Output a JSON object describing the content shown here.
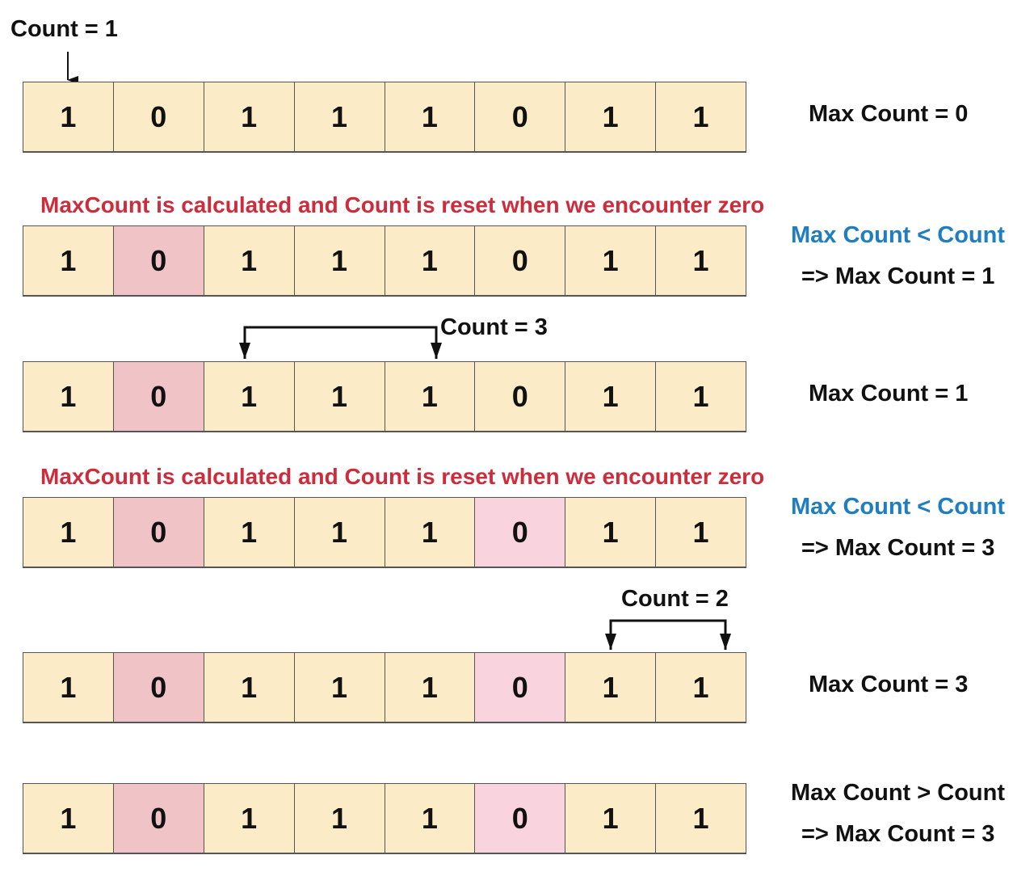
{
  "colors": {
    "cell_one": "#fcebc7",
    "cell_zero_first": "#f0c3c6",
    "cell_zero_second": "#f9d4df",
    "notice": "#cc2d3c",
    "compare_blue": "#1e7ec0",
    "text": "#111111"
  },
  "rows": [
    {
      "cells": [
        "1",
        "0",
        "1",
        "1",
        "1",
        "0",
        "1",
        "1"
      ],
      "highlight": [],
      "count_label": "Count = 1",
      "notice": "",
      "compare": "",
      "result": "Max Count = 0"
    },
    {
      "cells": [
        "1",
        "0",
        "1",
        "1",
        "1",
        "0",
        "1",
        "1"
      ],
      "highlight": [
        1
      ],
      "count_label": "",
      "notice": "MaxCount is calculated and Count is reset when we encounter zero",
      "compare": "Max Count < Count",
      "result": "=> Max Count = 1"
    },
    {
      "cells": [
        "1",
        "0",
        "1",
        "1",
        "1",
        "0",
        "1",
        "1"
      ],
      "highlight": [
        1
      ],
      "count_label": "Count = 3",
      "notice": "",
      "compare": "",
      "result": "Max Count = 1"
    },
    {
      "cells": [
        "1",
        "0",
        "1",
        "1",
        "1",
        "0",
        "1",
        "1"
      ],
      "highlight": [
        1,
        5
      ],
      "count_label": "",
      "notice": "MaxCount is calculated and Count is reset when we encounter zero",
      "compare": "Max Count < Count",
      "result": "=> Max Count = 3"
    },
    {
      "cells": [
        "1",
        "0",
        "1",
        "1",
        "1",
        "0",
        "1",
        "1"
      ],
      "highlight": [
        1,
        5
      ],
      "count_label": "Count = 2",
      "notice": "",
      "compare": "",
      "result": "Max Count = 3"
    },
    {
      "cells": [
        "1",
        "0",
        "1",
        "1",
        "1",
        "0",
        "1",
        "1"
      ],
      "highlight": [
        1,
        5
      ],
      "count_label": "",
      "notice": "",
      "compare": "Max Count > Count",
      "result": "=> Max Count = 3"
    }
  ]
}
